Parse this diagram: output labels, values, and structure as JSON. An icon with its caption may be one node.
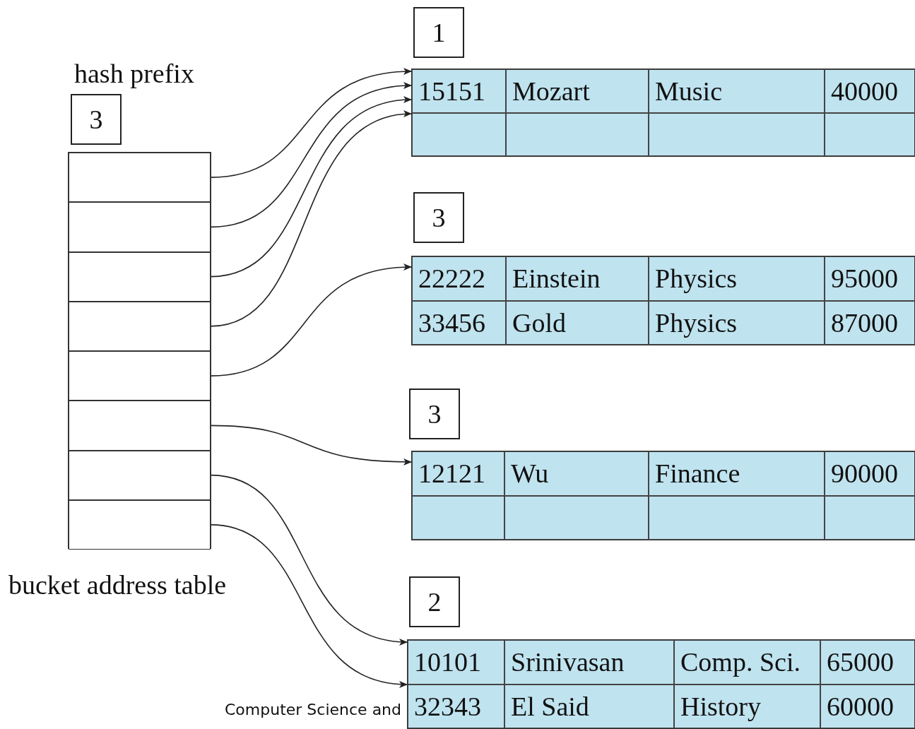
{
  "diagram": {
    "nodes": [
      {
        "text": [
          "3"
        ],
        "beside": [
          "hash prefix"
        ]
      },
      {
        "text": [],
        "shape": "box",
        "beside": [
          "bucket address table"
        ]
      },
      {
        "text": [],
        "shape": "box",
        "in": 1
      },
      {
        "text": [],
        "shape": "box",
        "in": 1
      },
      {
        "text": [],
        "shape": "box",
        "in": 1
      },
      {
        "text": [],
        "shape": "box",
        "in": 1
      },
      {
        "text": [],
        "shape": "box",
        "in": 1
      },
      {
        "text": [],
        "shape": "box",
        "in": 1
      },
      {
        "text": [],
        "shape": "box",
        "in": 1
      },
      {
        "text": [],
        "shape": "box",
        "in": 1
      },
      {
        "text": [
          "1"
        ]
      },
      {
        "text": [
          "15151",
          "Mozart",
          "Music",
          "40000"
        ]
      },
      {
        "text": [
          "3"
        ]
      },
      {
        "text": [
          "22222",
          "Einstein",
          "Physics",
          "95000",
          "33456",
          "Gold",
          "Physics",
          "87000"
        ]
      },
      {
        "text": [
          "3"
        ]
      },
      {
        "text": [
          "12121",
          "Wu",
          "Finance",
          "90000"
        ]
      },
      {
        "text": [
          "2"
        ]
      },
      {
        "text": [
          "10101",
          "Srinivasan",
          "Comp. Sci.",
          "65000",
          "32343",
          "El Said",
          "History",
          "60000"
        ]
      }
    ],
    "edges": [
      {
        "from": 2,
        "to": 11,
        "arrow": "to"
      },
      {
        "from": 3,
        "to": 11,
        "arrow": "to"
      },
      {
        "from": 4,
        "to": 11,
        "arrow": "to"
      },
      {
        "from": 5,
        "to": 11,
        "arrow": "to"
      },
      {
        "from": 6,
        "to": 13,
        "arrow": "to"
      },
      {
        "from": 7,
        "to": 15,
        "arrow": "to"
      },
      {
        "from": 8,
        "to": 17,
        "arrow": "to"
      },
      {
        "from": 9,
        "to": 17,
        "arrow": "to"
      }
    ],
    "labels": [
      "Computer Science and"
    ]
  }
}
